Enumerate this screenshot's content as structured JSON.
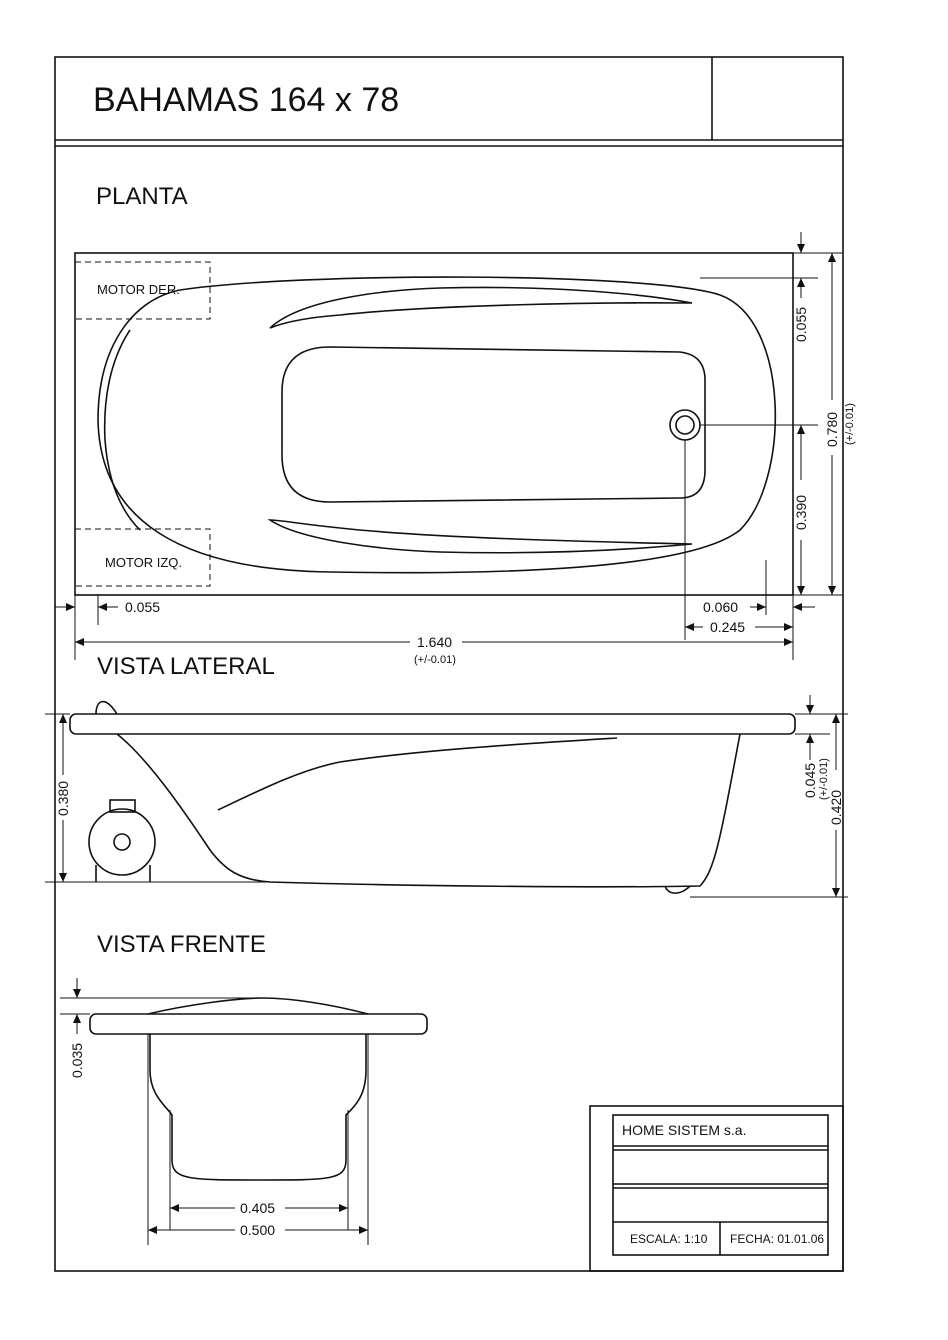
{
  "title": "BAHAMAS 164 x 78",
  "sections": {
    "planta": "PLANTA",
    "lateral": "VISTA LATERAL",
    "frente": "VISTA FRENTE"
  },
  "labels": {
    "motor_der": "MOTOR DER.",
    "motor_izq": "MOTOR IZQ."
  },
  "dimensions": {
    "planta_top_rim": "0.055",
    "planta_width": "0.780",
    "planta_width_tol": "(+/-0.01)",
    "planta_drain": "0.390",
    "planta_left_rim": "0.055",
    "planta_right_rim": "0.060",
    "planta_drain_x": "0.245",
    "planta_length": "1.640",
    "planta_length_tol": "(+/-0.01)",
    "lateral_motor_h": "0.380",
    "lateral_rim": "0.045",
    "lateral_rim_tol": "(+/-0.01)",
    "lateral_height": "0.420",
    "frente_rim": "0.035",
    "frente_bottom": "0.405",
    "frente_width": "0.500"
  },
  "title_block": {
    "company": "HOME SISTEM s.a.",
    "scale": "ESCALA: 1:10",
    "date": "FECHA: 01.01.06"
  }
}
